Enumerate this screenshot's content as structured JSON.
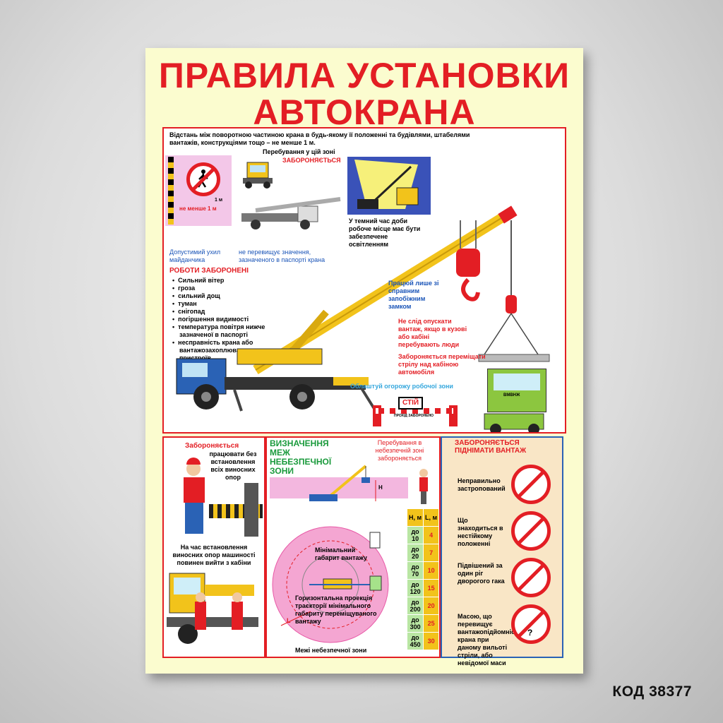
{
  "title": {
    "line1": "ПРАВИЛА УСТАНОВКИ",
    "line2": "АВТОКРАНА"
  },
  "top_section": {
    "intro": "Відстань між поворотною частиною крана в будь-якому її положенні та будівлями, штабелями вантажів, конструкціями тощо – не менше 1 м.",
    "zone_stay": "Перебування у цій зоні",
    "zone_forbidden": "ЗАБОРОНЯЄТЬСЯ",
    "distance_label": "1 м",
    "distance_min": "не менше 1 м",
    "night_text": "У темний час доби робоче місце має бути забезпечене освітленням",
    "slope_label": "Допустимий ухил майданчика",
    "slope_value": "не перевищує значення, зазначеного в паспорті крана",
    "works_title": "РОБОТИ ЗАБОРОНЕНІ",
    "works": [
      "Сильний вітер",
      "гроза",
      "сильний дощ",
      "туман",
      "снігопад",
      "погіршення видимості",
      "температура повітря нижче зазначеної в паспорті",
      "несправність крана або вантажозахоплювальних пристроїв"
    ],
    "hook_text": "Працюй лише зі справним запобіжним замком",
    "no_lower_text": "Не слід опускати вантаж, якщо в кузові або кабіні перебувають люди",
    "no_boom_text": "Забороняється переміщати стрілу над кабіною автомобіля",
    "fence_text": "Облаштуй огорожу робочої зони",
    "stop_sign": "СТІЙ",
    "stop_sub": "ПРОХІД ЗАБОРОНЕНО",
    "truck_plate": "ВМВНЖ"
  },
  "left_panel": {
    "forbidden": "Забороняється",
    "text1": "працювати без встановлення всіх виносних опор",
    "text2": "На час встановлення виносних опор машиності повинен вийти з кабіни"
  },
  "middle_panel": {
    "title": "ВИЗНАЧЕННЯ МЕЖ НЕБЕЗПЕЧНОЇ ЗОНИ",
    "stay_text": "Перебування в небезпечній зоні забороняється",
    "h_label": "H",
    "min_gabarit": "Мінімальний габарит вантажу",
    "projection": "Горизонтальна проекція траєкторії мінімального габариту переміщуваного вантажу",
    "l_label": "L",
    "zone_border": "Межі небезпечної зони"
  },
  "table": {
    "headers": [
      "Н, м",
      "L, м"
    ],
    "rows": [
      [
        "до 10",
        "4"
      ],
      [
        "до 20",
        "7"
      ],
      [
        "до 70",
        "10"
      ],
      [
        "до 120",
        "15"
      ],
      [
        "до 200",
        "20"
      ],
      [
        "до 300",
        "25"
      ],
      [
        "до 450",
        "30"
      ]
    ]
  },
  "right_panel": {
    "title": "ЗАБОРОНЯЄТЬСЯ ПІДНІМАТИ ВАНТАЖ",
    "items": [
      "Неправильно застропований",
      "Що знаходиться в нестійкому положенні",
      "Підвішений за один ріг дворогого гака",
      "Масою, що перевищує вантажопідйомність крана при даному вильоті стріли, або невідомої маси"
    ],
    "question_mark": "?"
  },
  "code": "КОД 38377",
  "colors": {
    "red": "#e31e24",
    "poster_bg": "#fbfccf",
    "crane_yellow": "#f2c31b",
    "truck_blue": "#2a62b5",
    "truck_green": "#8cc63f",
    "zone_pink": "#f4a6d2"
  }
}
